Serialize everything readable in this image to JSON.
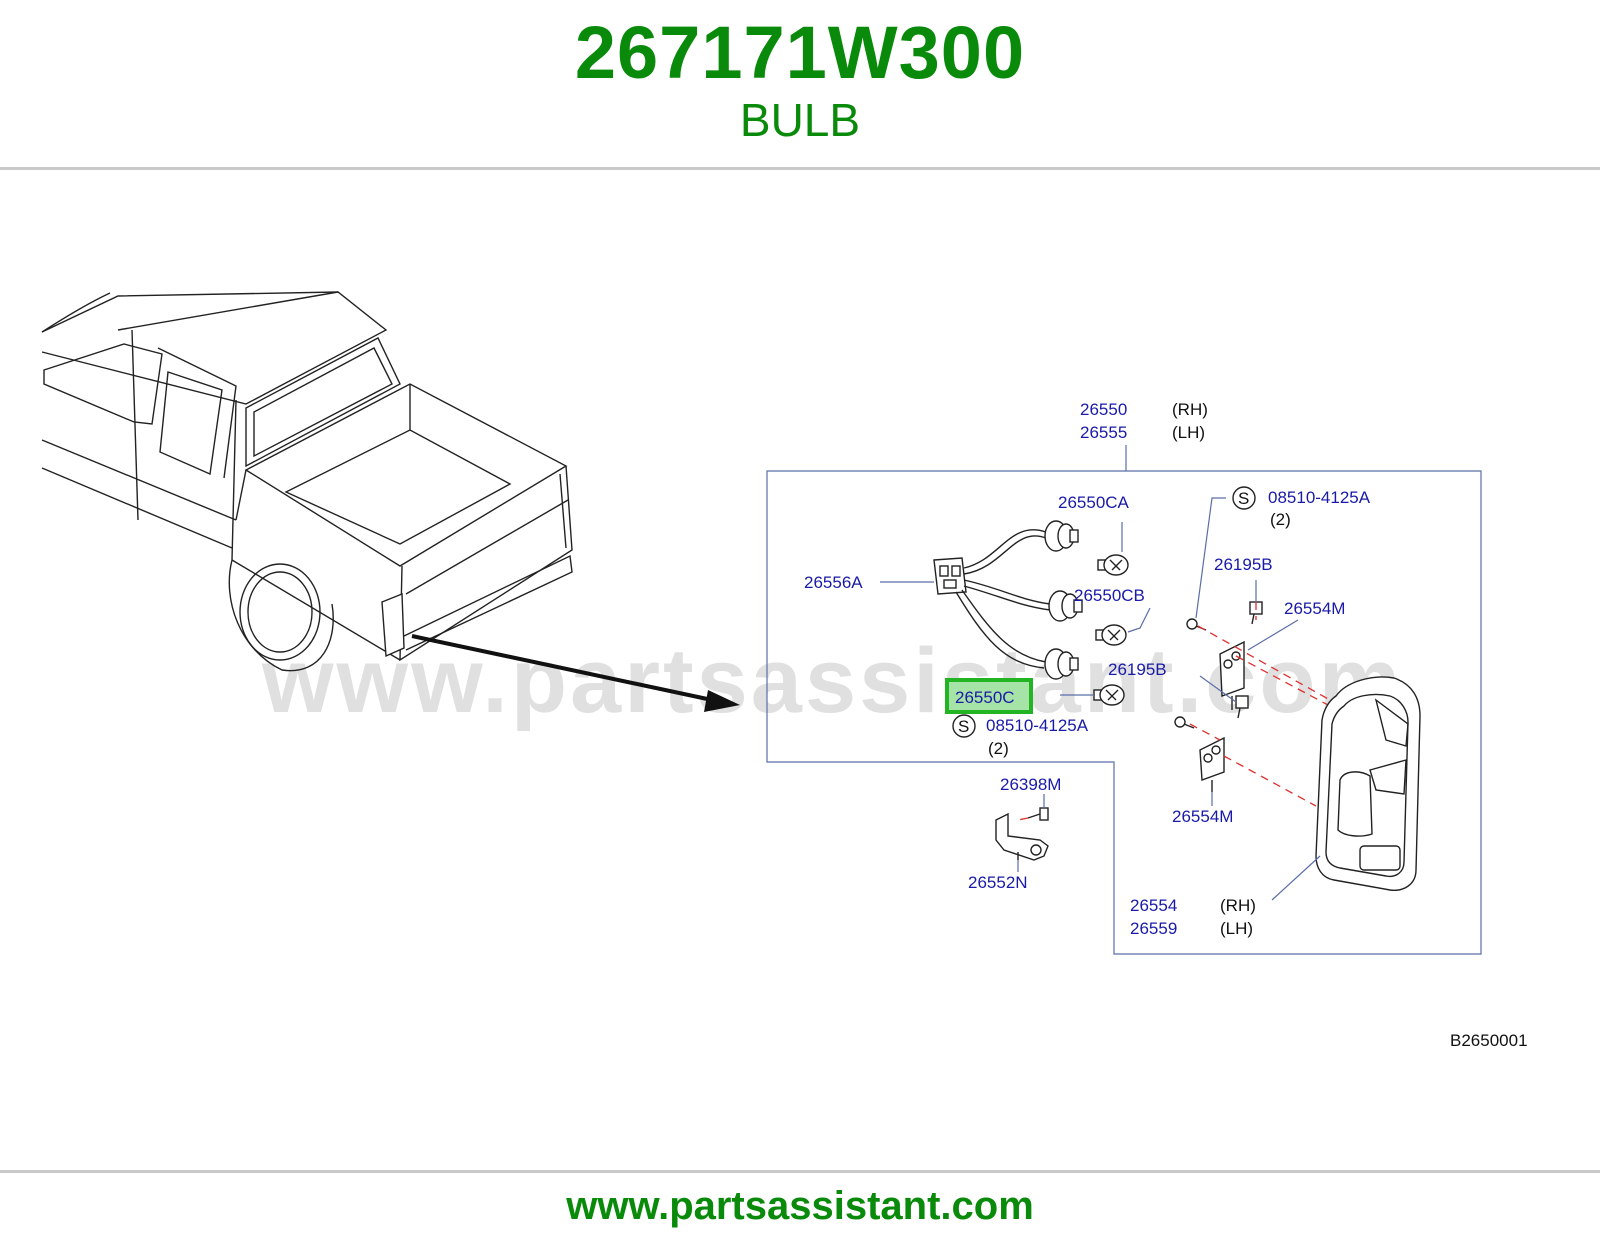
{
  "header": {
    "part_number": "267171W300",
    "part_name": "BULB"
  },
  "footer": {
    "website": "www.partsassistant.com"
  },
  "watermark": {
    "text": "www.partsassistant.com"
  },
  "diagram": {
    "code": "B2650001",
    "highlight_color": "#22b422",
    "label_color": "#1a1aa8",
    "callouts": {
      "lamp_assembly_rh": "26550",
      "lamp_assembly_lh": "26555",
      "rh": "(RH)",
      "lh": "(LH)",
      "socket_bulb_a": "26550CA",
      "socket_bulb_b": "26550CB",
      "harness": "26556A",
      "bulb_highlighted": "26550C",
      "screw_top": "08510-4125A",
      "screw_top_qty": "(2)",
      "screw_bottom": "08510-4125A",
      "screw_bottom_qty": "(2)",
      "s_mark": "S",
      "clip_top": "26195B",
      "clip_mid": "26195B",
      "bracket_top": "26554M",
      "bracket_bottom": "26554M",
      "screw_small": "26398M",
      "holder": "26552N",
      "lens_rh": "26554",
      "lens_lh": "26559",
      "lens_rh_side": "(RH)",
      "lens_lh_side": "(LH)"
    }
  }
}
